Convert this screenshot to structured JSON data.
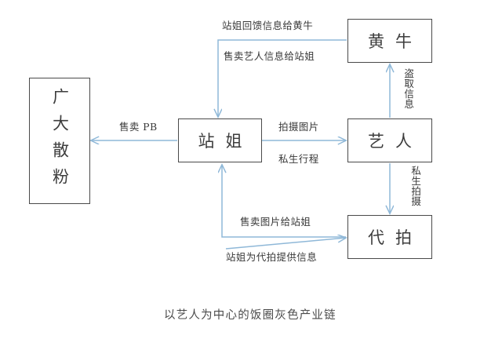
{
  "diagram": {
    "caption": "以艺人为中心的饭圈灰色产业链",
    "accent_line_color": "#8fb8d8",
    "box_border_color": "#4a4a4a",
    "text_color": "#3a3a3a",
    "nodes": [
      {
        "id": "fans",
        "label": "广大散粉",
        "orientation": "vertical"
      },
      {
        "id": "zhanjie",
        "label": "站姐",
        "orientation": "horizontal"
      },
      {
        "id": "huangniu",
        "label": "黄牛",
        "orientation": "horizontal"
      },
      {
        "id": "yiren",
        "label": "艺人",
        "orientation": "horizontal"
      },
      {
        "id": "daipai",
        "label": "代拍",
        "orientation": "horizontal"
      }
    ],
    "edges": [
      {
        "id": "zhanjie-to-fans",
        "label": "售卖 PB",
        "from": "zhanjie",
        "to": "fans",
        "orientation": "horizontal"
      },
      {
        "id": "huangniu-feedback",
        "label": "站姐回馈信息给黄牛",
        "from": "zhanjie",
        "to": "huangniu",
        "orientation": "horizontal"
      },
      {
        "id": "huangniu-to-zhanjie",
        "label": "售卖艺人信息给站姐",
        "from": "huangniu",
        "to": "zhanjie",
        "orientation": "horizontal"
      },
      {
        "id": "steal-info",
        "label": "盗取信息",
        "from": "yiren",
        "to": "huangniu",
        "orientation": "vertical"
      },
      {
        "id": "shoot-photo",
        "label": "拍摄图片",
        "from": "zhanjie",
        "to": "yiren",
        "orientation": "horizontal"
      },
      {
        "id": "private-itinerary",
        "label": "私生行程",
        "from": "zhanjie",
        "to": "yiren",
        "orientation": "horizontal"
      },
      {
        "id": "private-shoot",
        "label": "私生拍摄",
        "from": "yiren",
        "to": "daipai",
        "orientation": "vertical"
      },
      {
        "id": "sell-photo-to-zhanjie",
        "label": "售卖图片给站姐",
        "from": "daipai",
        "to": "zhanjie",
        "orientation": "horizontal"
      },
      {
        "id": "zhanjie-supply-daipai",
        "label": "站姐为代拍提供信息",
        "from": "zhanjie",
        "to": "daipai",
        "orientation": "horizontal"
      }
    ]
  }
}
